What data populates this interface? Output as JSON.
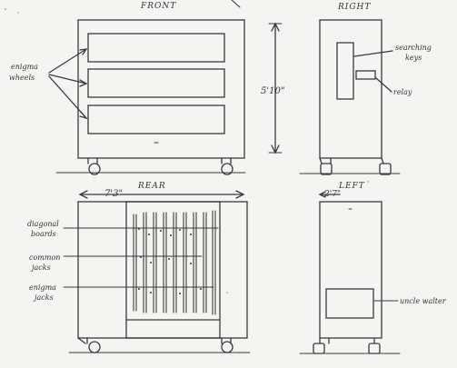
{
  "views": {
    "front": "FRONT",
    "right": "RIGHT",
    "rear": "REAR",
    "left": "LEFT"
  },
  "dimensions": {
    "height": "5'10\"",
    "width": "7'3\"",
    "depth": "2'7\""
  },
  "labels": {
    "enigma_wheels_line1": "enigma",
    "enigma_wheels_line2": "wheels",
    "searching_keys_line1": "searching",
    "searching_keys_line2": "keys",
    "relay": "relay",
    "diagonal_boards_line1": "diagonal",
    "diagonal_boards_line2": "boards",
    "common_jacks_line1": "common",
    "common_jacks_line2": "jacks",
    "enigma_jacks_line1": "enigma",
    "enigma_jacks_line2": "jacks",
    "uncle_walter": "uncle walter"
  },
  "colors": {
    "ink": "#3a3a3a",
    "paper": "#f4f4f2"
  }
}
